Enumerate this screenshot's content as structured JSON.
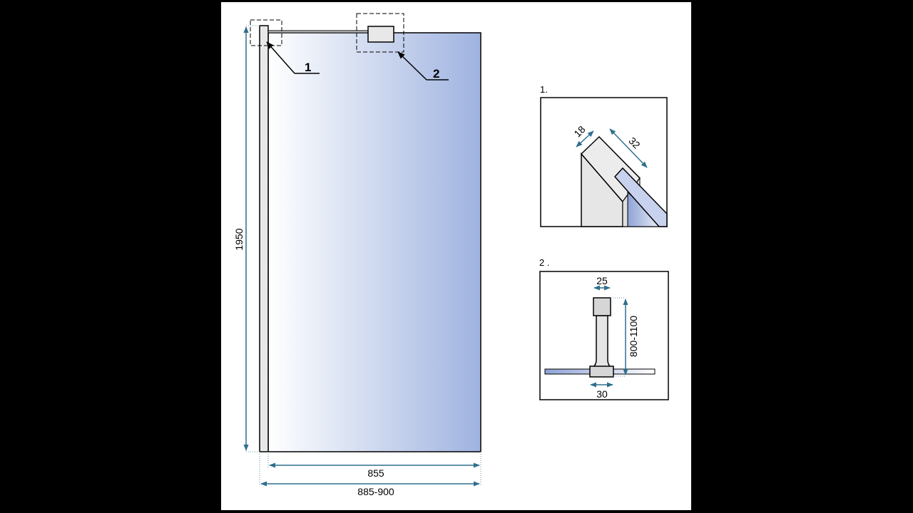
{
  "main": {
    "callout_1": "1",
    "callout_2": "2",
    "height_dim": "1950",
    "glass_width_dim": "855",
    "total_width_dim": "885-900"
  },
  "detail_1": {
    "title": "1.",
    "dim_a": "18",
    "dim_b": "32"
  },
  "detail_2": {
    "title": "2 .",
    "dim_top": "25",
    "dim_height": "800-1100",
    "dim_base": "30"
  },
  "colors": {
    "dimension": "#2e6f8e",
    "glass_end": "#9fb3e0"
  }
}
